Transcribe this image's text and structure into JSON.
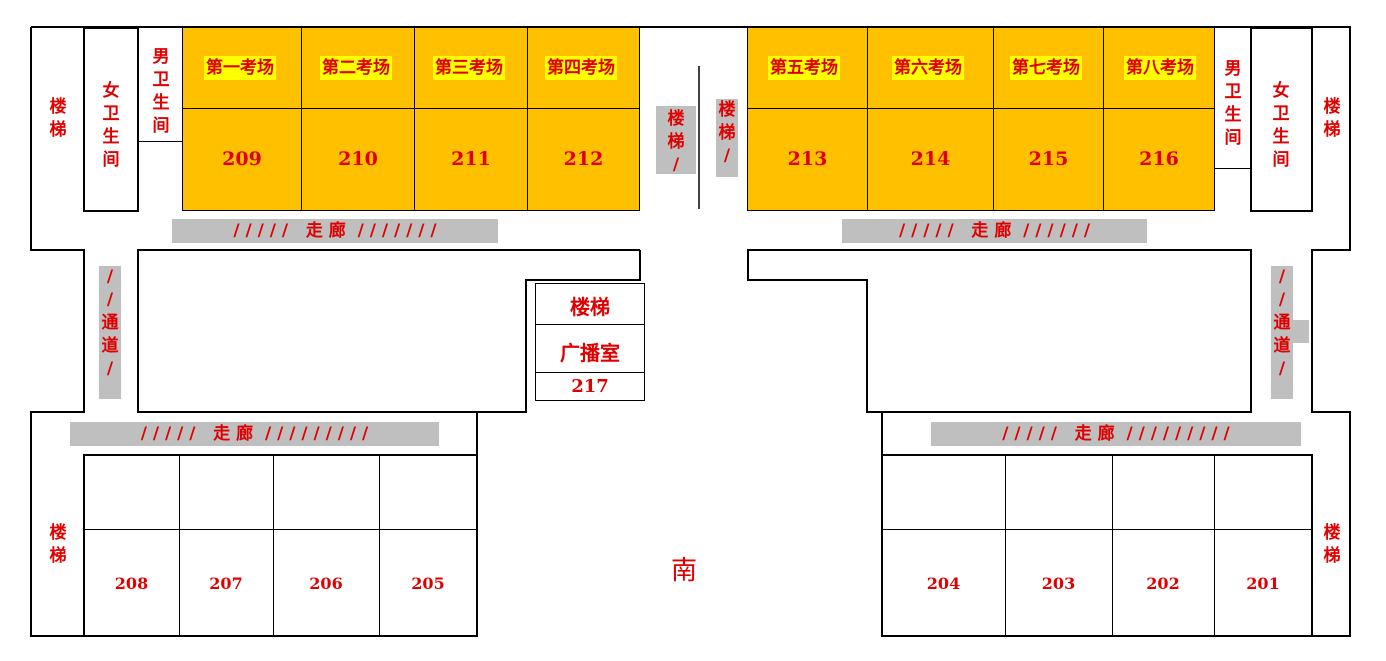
{
  "labels": {
    "stairs": "楼\n梯",
    "stairs_slash": "楼\n梯\n/",
    "female_wc": "女\n卫\n生\n间",
    "male_wc": "男\n卫\n生\n间",
    "corridor_top_left": "/ / / / /   走 廊  / / / / / / /",
    "corridor_top_right": "/ / / / /   走 廊  / / / / / /",
    "corridor_bottom_left": "/ / / / /   走 廊  / / / / / / / / /",
    "corridor_bottom_right": "/ / / / /   走 廊  / / / / / / / / /",
    "passage": "/\n/\n通\n道\n/",
    "center_stairs": "楼梯",
    "broadcast": "广播室",
    "broadcast_num": "217",
    "south": "南"
  },
  "exam_rooms": [
    {
      "name": "第一考场",
      "number": "209"
    },
    {
      "name": "第二考场",
      "number": "210"
    },
    {
      "name": "第三考场",
      "number": "211"
    },
    {
      "name": "第四考场",
      "number": "212"
    },
    {
      "name": "第五考场",
      "number": "213"
    },
    {
      "name": "第六考场",
      "number": "214"
    },
    {
      "name": "第七考场",
      "number": "215"
    },
    {
      "name": "第八考场",
      "number": "216"
    }
  ],
  "bottom_rooms_left": [
    "208",
    "207",
    "206",
    "205"
  ],
  "bottom_rooms_right": [
    "204",
    "203",
    "202",
    "201"
  ],
  "colors": {
    "exam_fill": "#FFC000",
    "label_fill": "#FFFF00",
    "text": "#E00000",
    "strip": "#BFBFBF"
  }
}
